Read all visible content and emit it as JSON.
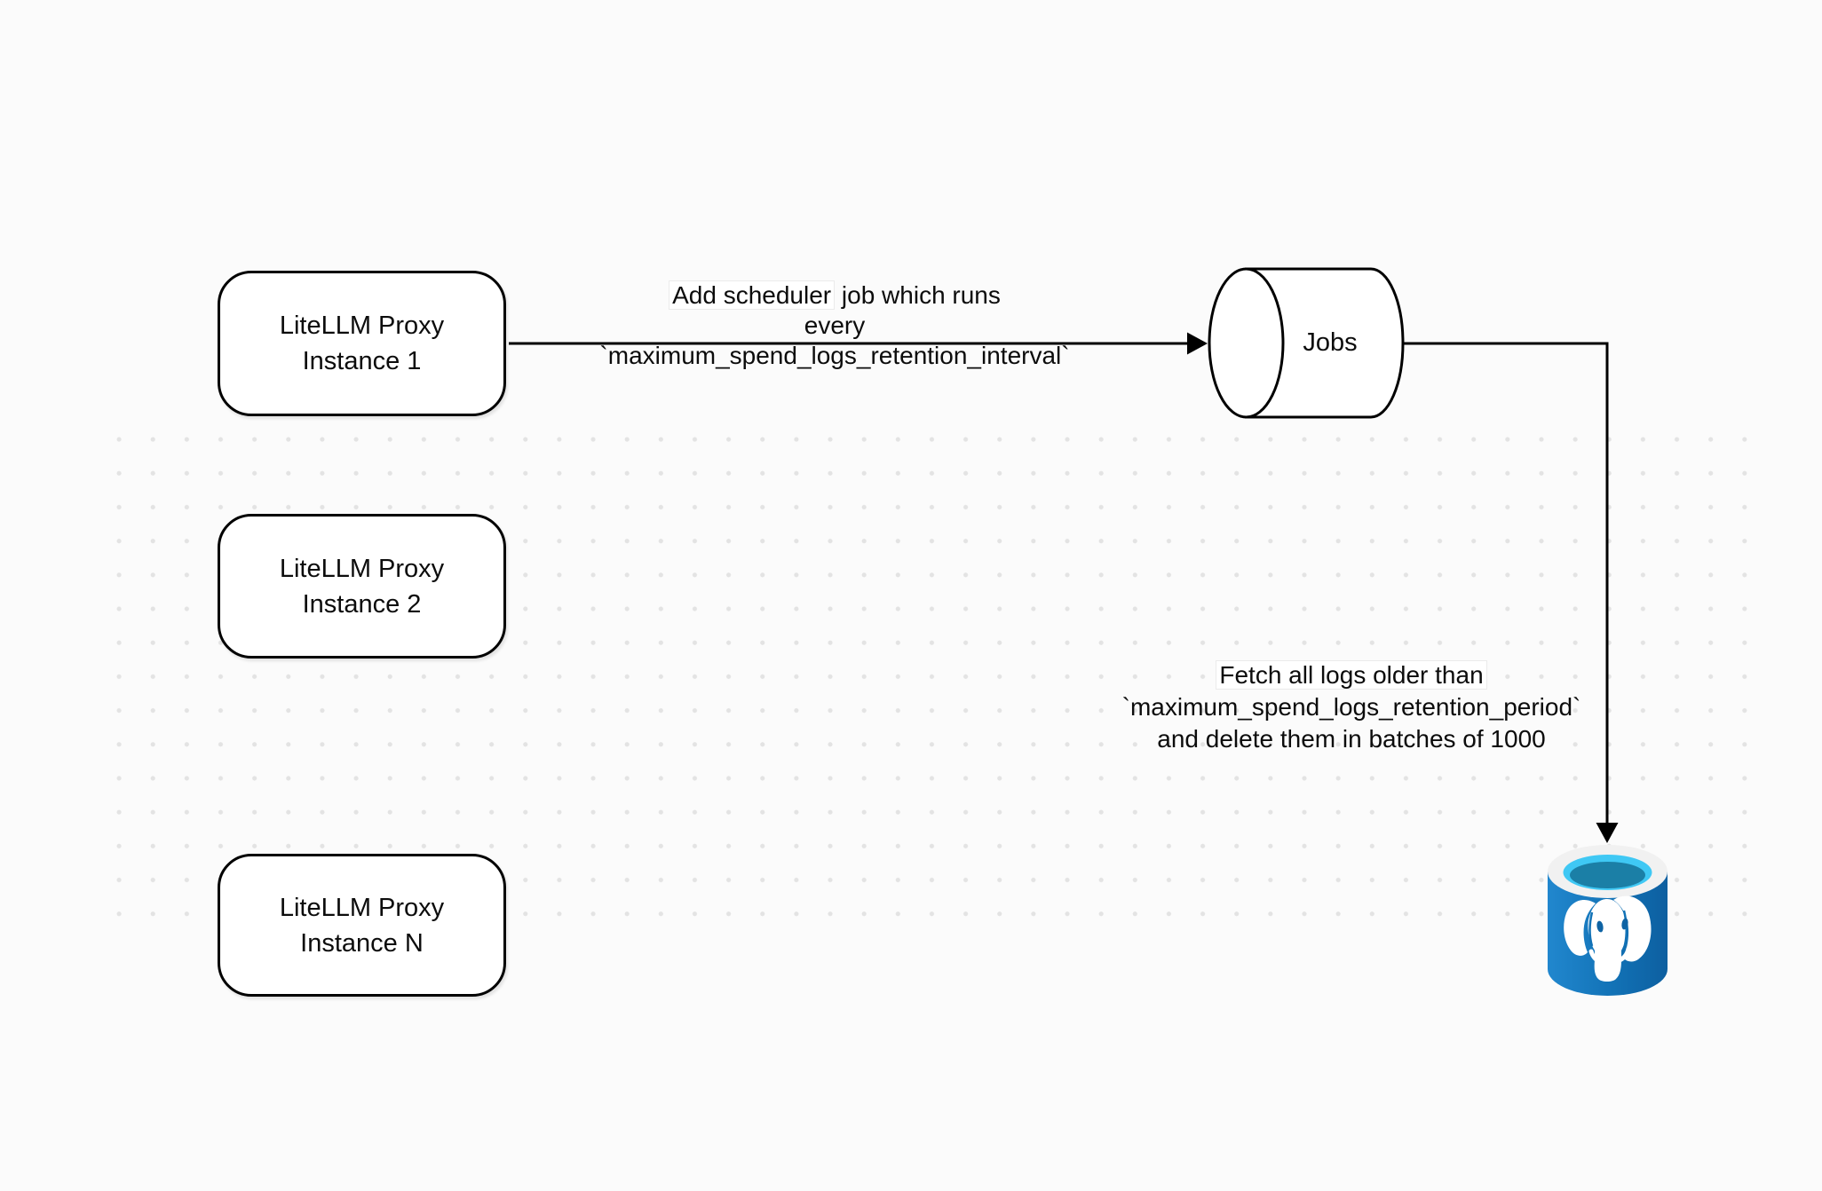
{
  "diagram": {
    "proxies": [
      {
        "line1": "LiteLLM Proxy",
        "line2": "Instance 1"
      },
      {
        "line1": "LiteLLM Proxy",
        "line2": "Instance 2"
      },
      {
        "line1": "LiteLLM Proxy",
        "line2": "Instance N"
      }
    ],
    "jobs": {
      "label": "Jobs"
    },
    "postgres": {
      "icon": "postgresql-database-icon"
    },
    "edge_scheduler": {
      "line1_highlight": "Add scheduler",
      "line1_rest": " job which runs",
      "line2": "every `maximum_spend_logs_retention_interval`"
    },
    "edge_fetch": {
      "line1": "Fetch all logs older than",
      "line2": "`maximum_spend_logs_retention_period`",
      "line3": "and delete them in batches of 1000"
    },
    "colors": {
      "stroke": "#000000",
      "canvas_bg": "#fbfbfb",
      "grid_dot": "#e3e3e3",
      "postgres_blue": "#1272b6",
      "postgres_blue_dark": "#0d5fa0",
      "postgres_cyan": "#3fc8f4",
      "postgres_inner_ring": "#1b7fa6",
      "postgres_rim": "#f1f1f1"
    }
  }
}
